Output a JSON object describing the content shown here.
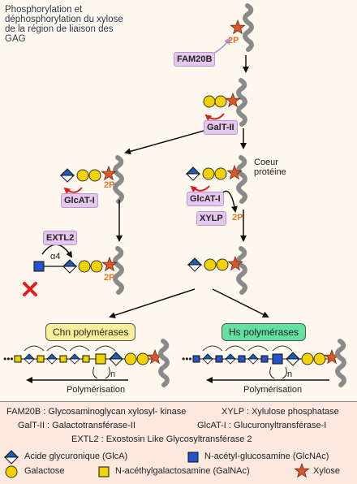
{
  "title": "Phosphorylation et déphosphorylation du xylose de la région de liaison des GAG",
  "enzymes": {
    "fam20b": "FAM20B",
    "galt2": "GalT-II",
    "glcat1_left": "GlcAT-I",
    "glcat1_right": "GlcAT-I",
    "xylp": "XYLP",
    "extl2": "EXTL2"
  },
  "labels": {
    "p2": "2P",
    "core_protein": "Coeur protéine",
    "alpha4": "α4",
    "n": "n",
    "polymerisation": "Polymérisation"
  },
  "polymerases": {
    "chn": "Chn polymérases",
    "hs": "Hs polymérases"
  },
  "colors": {
    "glca": "#1a5fb4",
    "glcnac": "#2255cc",
    "galactose": "#f2d200",
    "galnac": "#f2d200",
    "xylose": "#d9572a",
    "enzyme_box": "#e6c8ef",
    "chn_box": "#f7ef9a",
    "hs_box": "#62e1a1",
    "legend_bg": "#fbe8de",
    "inhibit": "#e02020"
  },
  "legend": {
    "abbrev": [
      "FAM20B : Glycosaminoglycan xylosyl- kinase",
      "XYLP : Xylulose phosphatase",
      "GalT-II : Galactotransférase-II",
      "GlcAT-I : Glucuronyltransférase-I",
      "EXTL2 : Exostosin Like Glycosyltransférase 2"
    ],
    "glca": "Acide glycuronique (GlcA)",
    "glcnac": "N-acétyl-glucosamine (GlcNAc)",
    "galactose": "Galactose",
    "galnac": "N-acéthylgalactosamine (GalNAc)",
    "xylose": "Xylose"
  }
}
